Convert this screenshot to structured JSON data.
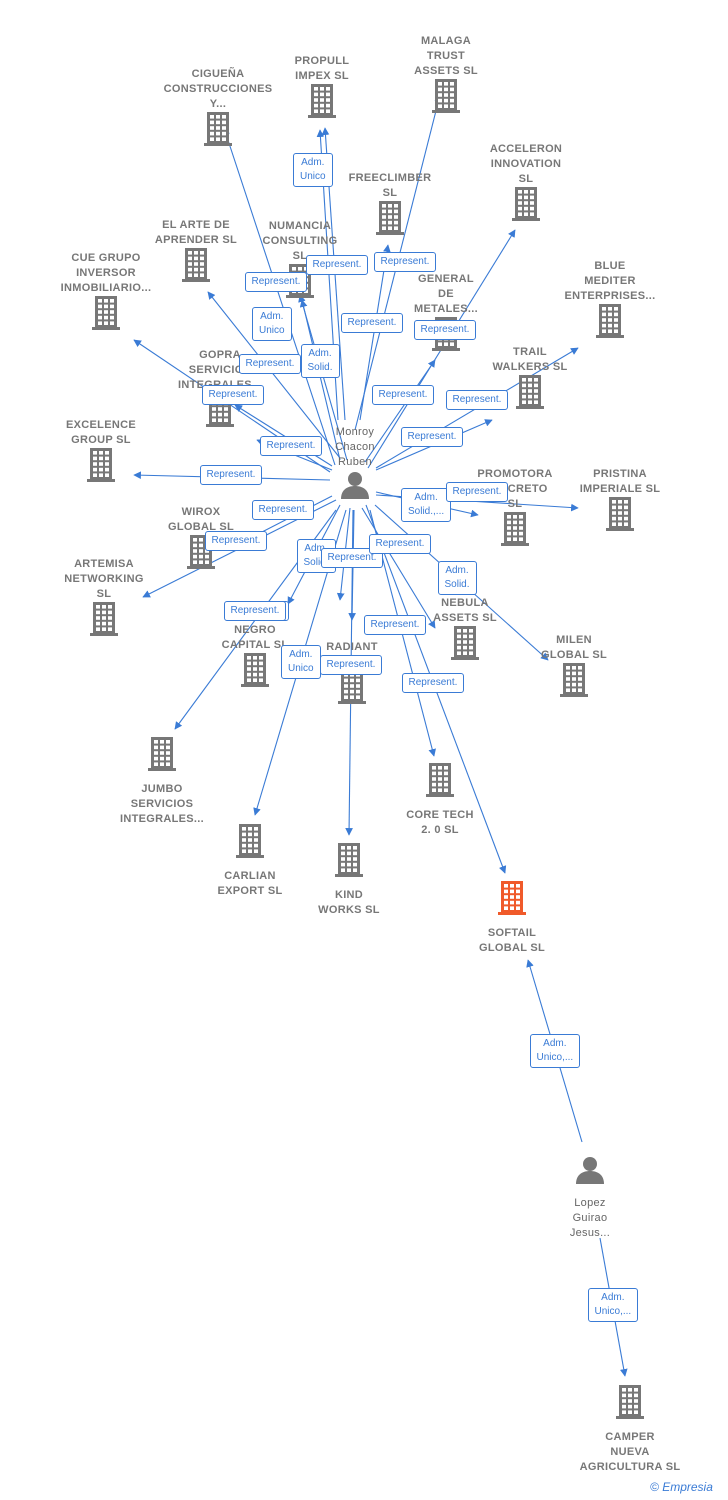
{
  "colors": {
    "edge": "#3a7bd5",
    "building": "#777777",
    "focus": "#f05a2a",
    "person": "#777777"
  },
  "watermark": {
    "symbol": "©",
    "brand": "Empresia"
  },
  "nodes": [
    {
      "id": "cig",
      "type": "company",
      "label": "CIGUEÑA\nCONSTRUCCIONES\nY..."
    },
    {
      "id": "propull",
      "type": "company",
      "label": "PROPULL\nIMPEX SL"
    },
    {
      "id": "malaga",
      "type": "company",
      "label": "MALAGA\nTRUST\nASSETS SL"
    },
    {
      "id": "acceleron",
      "type": "company",
      "label": "ACCELERON\nINNOVATION\nSL"
    },
    {
      "id": "freeclimber",
      "type": "company",
      "label": "FREECLIMBER\nSL"
    },
    {
      "id": "arte",
      "type": "company",
      "label": "EL ARTE DE\nAPRENDER SL"
    },
    {
      "id": "numancia",
      "type": "company",
      "label": "NUMANCIA\nCONSULTING\nSL"
    },
    {
      "id": "cue",
      "type": "company",
      "label": "CUE GRUPO\nINVERSOR\nINMOBILIARIO..."
    },
    {
      "id": "general",
      "type": "company",
      "label": "GENERAL\nDE\nMETALES..."
    },
    {
      "id": "blue",
      "type": "company",
      "label": "BLUE\nMEDITER\nENTERPRISES..."
    },
    {
      "id": "gopra",
      "type": "company",
      "label": "GOPRA\nSERVICIOS\nINTEGRALES..."
    },
    {
      "id": "trail",
      "type": "company",
      "label": "TRAIL\nWALKERS SL"
    },
    {
      "id": "excelence",
      "type": "company",
      "label": "EXCELENCE\nGROUP SL"
    },
    {
      "id": "promotora",
      "type": "company",
      "label": "PROMOTORA\nCONCRETO\nSL"
    },
    {
      "id": "pristina",
      "type": "company",
      "label": "PRISTINA\nIMPERIALE SL"
    },
    {
      "id": "wirox",
      "type": "company",
      "label": "WIROX\nGLOBAL SL"
    },
    {
      "id": "artemisa",
      "type": "company",
      "label": "ARTEMISA\nNETWORKING\nSL"
    },
    {
      "id": "negro",
      "type": "company",
      "label": "NEGRO\nCAPITAL SL"
    },
    {
      "id": "radiant",
      "type": "company",
      "label": "RADIANT\nGLOBAL"
    },
    {
      "id": "nebula",
      "type": "company",
      "label": "NEBULA\nASSETS SL"
    },
    {
      "id": "milen",
      "type": "company",
      "label": "MILEN\nGLOBAL SL"
    },
    {
      "id": "jumbo",
      "type": "company",
      "label": "JUMBO\nSERVICIOS\nINTEGRALES..."
    },
    {
      "id": "core",
      "type": "company",
      "label": "CORE TECH\n2. 0 SL"
    },
    {
      "id": "carlian",
      "type": "company",
      "label": "CARLIAN\nEXPORT SL"
    },
    {
      "id": "kind",
      "type": "company",
      "label": "KIND\nWORKS SL"
    },
    {
      "id": "softail",
      "type": "focus",
      "label": "SOFTAIL\nGLOBAL SL"
    },
    {
      "id": "monroy",
      "type": "person",
      "label": "Monroy\nChacon\nRuben"
    },
    {
      "id": "lopez",
      "type": "person",
      "label": "Lopez\nGuirao\nJesus..."
    },
    {
      "id": "camper",
      "type": "company",
      "label": "CAMPER\nNUEVA\nAGRICULTURA SL"
    }
  ],
  "edges": [
    {
      "from": "monroy",
      "to": "cig",
      "label": "Represent."
    },
    {
      "from": "monroy",
      "to": "propull",
      "label": "Adm.\nUnico"
    },
    {
      "from": "monroy",
      "to": "propull",
      "label": ""
    },
    {
      "from": "monroy",
      "to": "malaga",
      "label": "Represent."
    },
    {
      "from": "monroy",
      "to": "acceleron",
      "label": "Represent."
    },
    {
      "from": "monroy",
      "to": "freeclimber",
      "label": "Represent."
    },
    {
      "from": "monroy",
      "to": "arte",
      "label": "Adm.\nUnico"
    },
    {
      "from": "monroy",
      "to": "numancia",
      "label": "Represent."
    },
    {
      "from": "monroy",
      "to": "numancia",
      "label": "Adm.\nSolid."
    },
    {
      "from": "monroy",
      "to": "cue",
      "label": "Represent."
    },
    {
      "from": "monroy",
      "to": "general",
      "label": "Represent."
    },
    {
      "from": "monroy",
      "to": "blue",
      "label": "Represent."
    },
    {
      "from": "monroy",
      "to": "gopra",
      "label": "Represent."
    },
    {
      "from": "monroy",
      "to": "trail",
      "label": "Represent."
    },
    {
      "from": "monroy",
      "to": "excelence",
      "label": "Represent."
    },
    {
      "from": "monroy",
      "to": "promotora",
      "label": "Adm.\nSolid.,..."
    },
    {
      "from": "monroy",
      "to": "pristina",
      "label": "Represent."
    },
    {
      "from": "monroy",
      "to": "wirox",
      "label": "Represent."
    },
    {
      "from": "monroy",
      "to": "artemisa",
      "label": "Represent."
    },
    {
      "from": "monroy",
      "to": "negro",
      "label": "Represent."
    },
    {
      "from": "monroy",
      "to": "radiant",
      "label": "Adm.\nSolid."
    },
    {
      "from": "monroy",
      "to": "radiant",
      "label": "Represent."
    },
    {
      "from": "monroy",
      "to": "nebula",
      "label": "Represent."
    },
    {
      "from": "monroy",
      "to": "milen",
      "label": "Adm.\nSolid."
    },
    {
      "from": "monroy",
      "to": "jumbo",
      "label": "Represent."
    },
    {
      "from": "monroy",
      "to": "core",
      "label": "Represent."
    },
    {
      "from": "monroy",
      "to": "carlian",
      "label": "Adm.\nUnico"
    },
    {
      "from": "monroy",
      "to": "kind",
      "label": "Represent."
    },
    {
      "from": "monroy",
      "to": "softail",
      "label": "Represent."
    },
    {
      "from": "monroy",
      "to": "gopra",
      "label": "Represent."
    },
    {
      "from": "lopez",
      "to": "softail",
      "label": "Adm.\nUnico,..."
    },
    {
      "from": "lopez",
      "to": "camper",
      "label": "Adm.\nUnico,..."
    }
  ]
}
